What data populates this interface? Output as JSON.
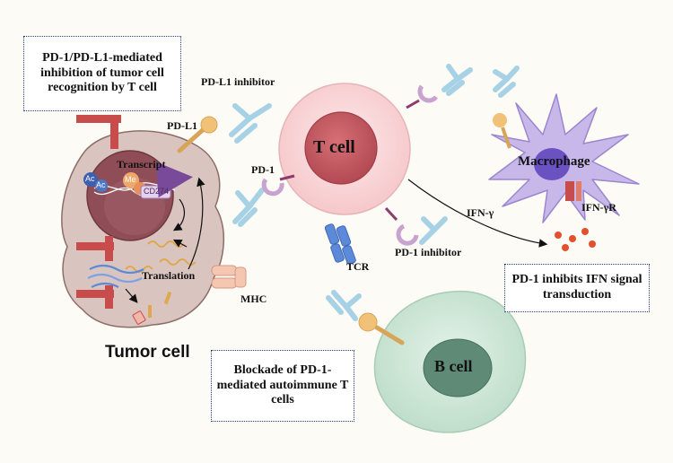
{
  "boxes": {
    "inhibition": "PD-1/PD-L1-mediated inhibition of tumor cell recognition by T cell",
    "ifn": "PD-1 inhibits IFN signal transduction",
    "blockade": "Blockade of PD-1-mediated autoimmune T cells"
  },
  "labels": {
    "pdl1_inhibitor": "PD-L1 inhibitor",
    "pdl1": "PD-L1",
    "pd1": "PD-1",
    "pd1_inhibitor": "PD-1 inhibitor",
    "tcr": "TCR",
    "mhc": "MHC",
    "ifn_gamma": "IFN-γ",
    "ifn_gamma_r": "IFN-γR",
    "transcript": "Transcript",
    "translation": "Translation",
    "cd274": "CD274",
    "ac1": "Ac",
    "ac2": "Ac",
    "me": "Me"
  },
  "cells": {
    "tumor": "Tumor cell",
    "t": "T cell",
    "b": "B cell",
    "macrophage": "Macrophage"
  },
  "colors": {
    "tumor_body": "#d9c4bf",
    "tumor_nucleus": "#8f4e57",
    "t_cell": "#f9d5d7",
    "t_nucleus": "#c95a62",
    "b_cell": "#cfe6d7",
    "b_nucleus": "#5e8a76",
    "macrophage": "#c8b8ea",
    "antibody": "#a7d2e6",
    "pd1": "#c9a3cf",
    "pdl1": "#f0c176",
    "inhibitor_red": "#c94c4c",
    "box_border": "#1f3f7a"
  }
}
